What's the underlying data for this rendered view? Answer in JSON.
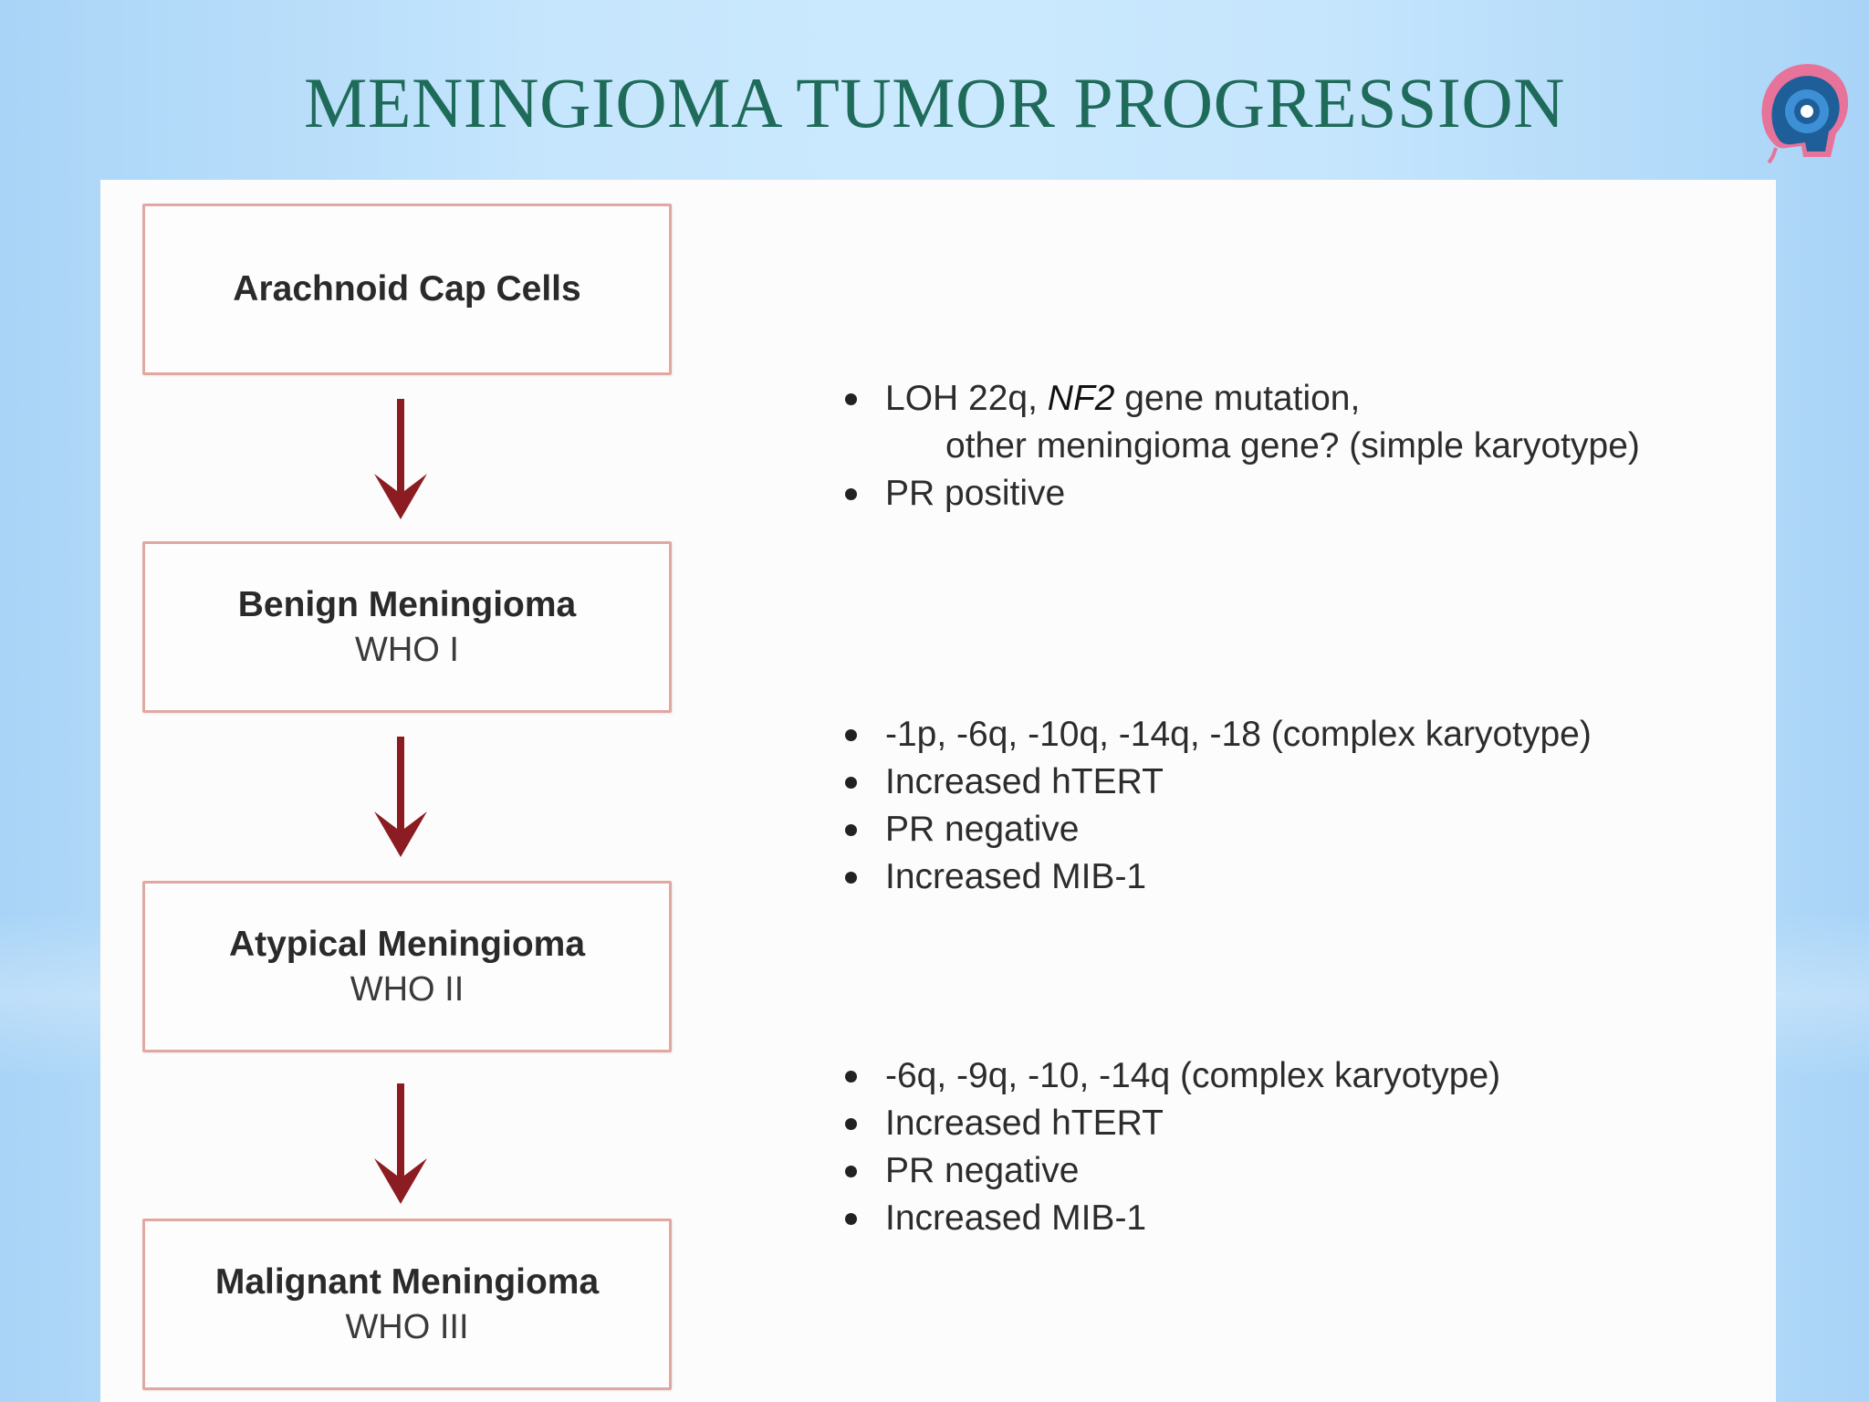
{
  "slide": {
    "title": "MENINGIOMA TUMOR PROGRESSION",
    "logo_icon": "brain-head-logo-icon"
  },
  "colors": {
    "title": "#1f6b5a",
    "box_border": "#e0a8a0",
    "arrow": "#8a1c22",
    "background": "#c6e6fd"
  },
  "stages": [
    {
      "title": "Arachnoid Cap Cells",
      "grade": ""
    },
    {
      "title": "Benign Meningioma",
      "grade": "WHO I"
    },
    {
      "title": "Atypical Meningioma",
      "grade": "WHO II"
    },
    {
      "title": "Malignant Meningioma",
      "grade": "WHO III"
    }
  ],
  "transitions": [
    {
      "item1_pre": "LOH 22q, ",
      "item1_italic": "NF2",
      "item1_post": " gene mutation,",
      "item1_cont": "other meningioma gene? (simple karyotype)",
      "item2": "PR positive"
    },
    {
      "items": [
        "-1p, -6q, -10q, -14q, -18 (complex karyotype)",
        "Increased hTERT",
        "PR negative",
        "Increased MIB-1"
      ]
    },
    {
      "items": [
        "-6q, -9q, -10, -14q (complex karyotype)",
        "Increased hTERT",
        "PR negative",
        "Increased MIB-1"
      ]
    }
  ]
}
